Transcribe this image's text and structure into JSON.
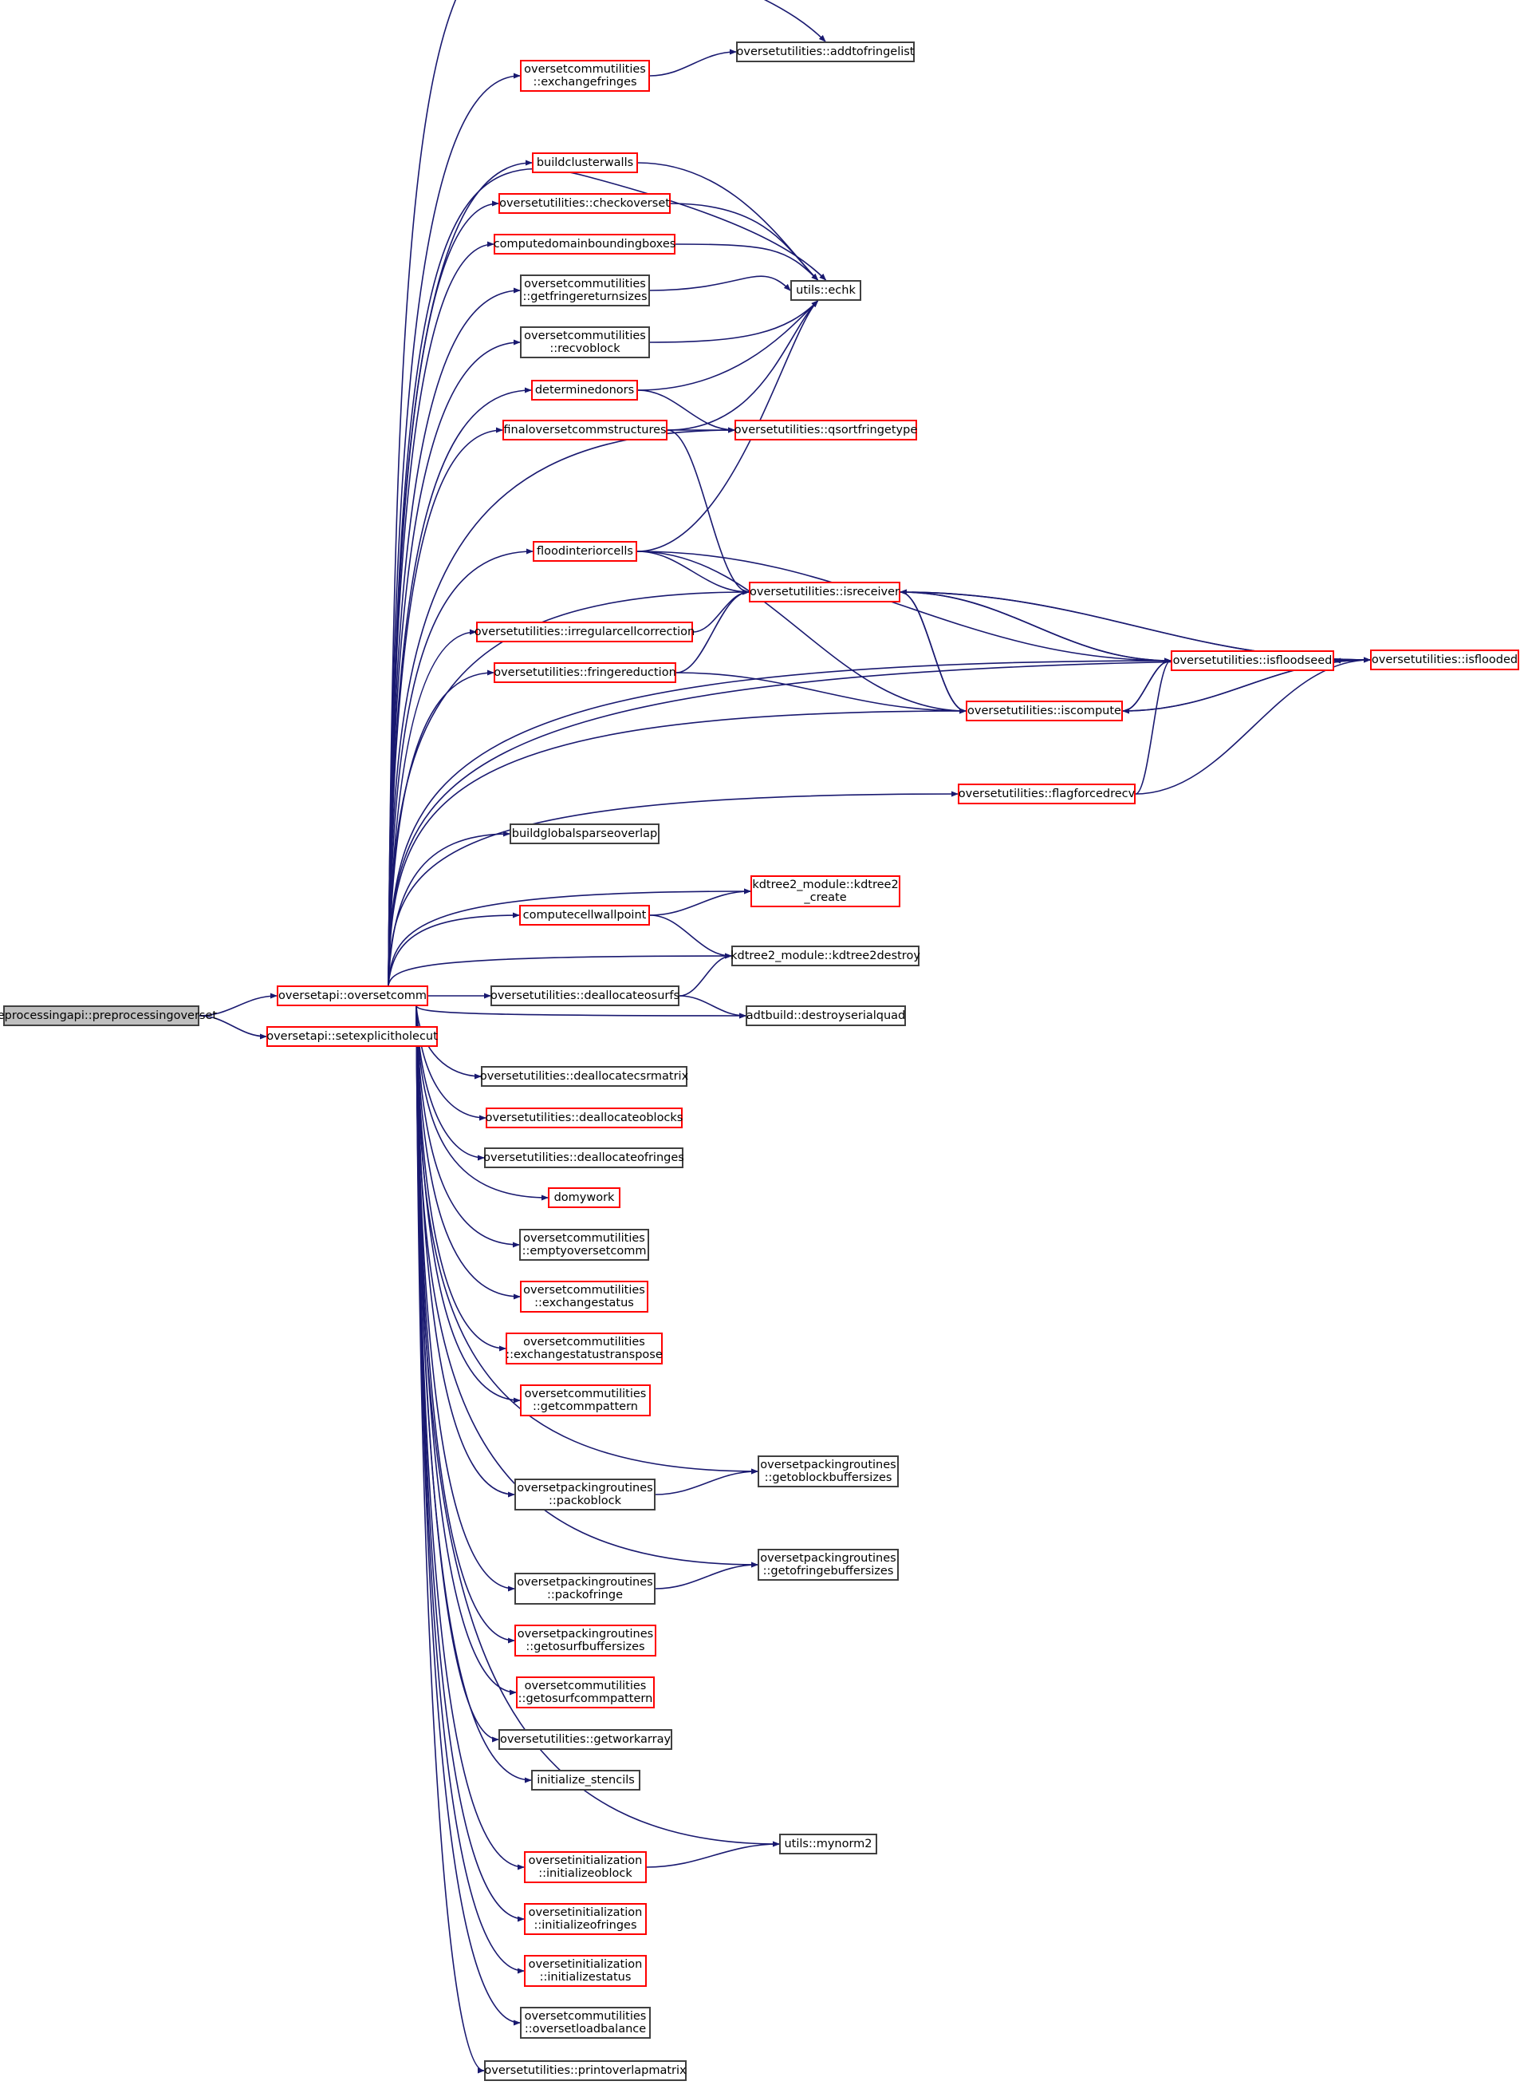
{
  "diagram": {
    "type": "call-graph",
    "edge_color": "#191970",
    "linked_border_color": "#ff0000",
    "plain_border_color": "#404040",
    "root_fill": "#bfbfbf",
    "nodes": [
      {
        "id": "root",
        "lines": [
          "preprocessingapi::preprocessingoverset"
        ],
        "style": "root"
      },
      {
        "id": "oversetcomm",
        "lines": [
          "oversetapi::oversetcomm"
        ],
        "style": "red"
      },
      {
        "id": "setexplicitholecut",
        "lines": [
          "oversetapi::setexplicitholecut"
        ],
        "style": "red"
      },
      {
        "id": "exchangefringes",
        "lines": [
          "oversetcommutilities",
          "::exchangefringes"
        ],
        "style": "red"
      },
      {
        "id": "addtofringelist",
        "lines": [
          "oversetutilities::addtofringelist"
        ],
        "style": "plain"
      },
      {
        "id": "buildclusterwalls",
        "lines": [
          "buildclusterwalls"
        ],
        "style": "red"
      },
      {
        "id": "checkoverset",
        "lines": [
          "oversetutilities::checkoverset"
        ],
        "style": "red"
      },
      {
        "id": "computedomainboundingboxes",
        "lines": [
          "computedomainboundingboxes"
        ],
        "style": "red"
      },
      {
        "id": "getfringereturnsizes",
        "lines": [
          "oversetcommutilities",
          "::getfringereturnsizes"
        ],
        "style": "plain"
      },
      {
        "id": "echk",
        "lines": [
          "utils::echk"
        ],
        "style": "plain"
      },
      {
        "id": "recvoblock",
        "lines": [
          "oversetcommutilities",
          "::recvoblock"
        ],
        "style": "plain"
      },
      {
        "id": "determinedonors",
        "lines": [
          "determinedonors"
        ],
        "style": "red"
      },
      {
        "id": "finaloversetcommstructures",
        "lines": [
          "finaloversetcommstructures"
        ],
        "style": "red"
      },
      {
        "id": "qsortfringetype",
        "lines": [
          "oversetutilities::qsortfringetype"
        ],
        "style": "red"
      },
      {
        "id": "floodinteriorcells",
        "lines": [
          "floodinteriorcells"
        ],
        "style": "red"
      },
      {
        "id": "isreceiver",
        "lines": [
          "oversetutilities::isreceiver"
        ],
        "style": "red"
      },
      {
        "id": "irregularcellcorrection",
        "lines": [
          "oversetutilities::irregularcellcorrection"
        ],
        "style": "red"
      },
      {
        "id": "fringereduction",
        "lines": [
          "oversetutilities::fringereduction"
        ],
        "style": "red"
      },
      {
        "id": "isfloodseed",
        "lines": [
          "oversetutilities::isfloodseed"
        ],
        "style": "red"
      },
      {
        "id": "isflooded",
        "lines": [
          "oversetutilities::isflooded"
        ],
        "style": "red"
      },
      {
        "id": "iscompute",
        "lines": [
          "oversetutilities::iscompute"
        ],
        "style": "red"
      },
      {
        "id": "flagforcedrecv",
        "lines": [
          "oversetutilities::flagforcedrecv"
        ],
        "style": "red"
      },
      {
        "id": "buildglobalsparseoverlap",
        "lines": [
          "buildglobalsparseoverlap"
        ],
        "style": "plain"
      },
      {
        "id": "kdtree2_create",
        "lines": [
          "kdtree2_module::kdtree2",
          "_create"
        ],
        "style": "red"
      },
      {
        "id": "computecellwallpoint",
        "lines": [
          "computecellwallpoint"
        ],
        "style": "red"
      },
      {
        "id": "kdtree2destroy",
        "lines": [
          "kdtree2_module::kdtree2destroy"
        ],
        "style": "plain"
      },
      {
        "id": "deallocateosurfs",
        "lines": [
          "oversetutilities::deallocateosurfs"
        ],
        "style": "plain"
      },
      {
        "id": "destroyserialquad",
        "lines": [
          "adtbuild::destroyserialquad"
        ],
        "style": "plain"
      },
      {
        "id": "deallocatecsrmatrix",
        "lines": [
          "oversetutilities::deallocatecsrmatrix"
        ],
        "style": "plain"
      },
      {
        "id": "deallocateoblocks",
        "lines": [
          "oversetutilities::deallocateoblocks"
        ],
        "style": "red"
      },
      {
        "id": "deallocateofringes",
        "lines": [
          "oversetutilities::deallocateofringes"
        ],
        "style": "plain"
      },
      {
        "id": "domywork",
        "lines": [
          "domywork"
        ],
        "style": "red"
      },
      {
        "id": "emptyoversetcomm",
        "lines": [
          "oversetcommutilities",
          "::emptyoversetcomm"
        ],
        "style": "plain"
      },
      {
        "id": "exchangestatus",
        "lines": [
          "oversetcommutilities",
          "::exchangestatus"
        ],
        "style": "red"
      },
      {
        "id": "exchangestatustranspose",
        "lines": [
          "oversetcommutilities",
          "::exchangestatustranspose"
        ],
        "style": "red"
      },
      {
        "id": "getcommpattern",
        "lines": [
          "oversetcommutilities",
          "::getcommpattern"
        ],
        "style": "red"
      },
      {
        "id": "getoblockbuffersizes",
        "lines": [
          "oversetpackingroutines",
          "::getoblockbuffersizes"
        ],
        "style": "plain"
      },
      {
        "id": "packoblock",
        "lines": [
          "oversetpackingroutines",
          "::packoblock"
        ],
        "style": "plain"
      },
      {
        "id": "getofringebuffersizes",
        "lines": [
          "oversetpackingroutines",
          "::getofringebuffersizes"
        ],
        "style": "plain"
      },
      {
        "id": "packofringe",
        "lines": [
          "oversetpackingroutines",
          "::packofringe"
        ],
        "style": "plain"
      },
      {
        "id": "getosurfbuffersizes",
        "lines": [
          "oversetpackingroutines",
          "::getosurfbuffersizes"
        ],
        "style": "red"
      },
      {
        "id": "getosurfcommpattern",
        "lines": [
          "oversetcommutilities",
          "::getosurfcommpattern"
        ],
        "style": "red"
      },
      {
        "id": "getworkarray",
        "lines": [
          "oversetutilities::getworkarray"
        ],
        "style": "plain"
      },
      {
        "id": "initialize_stencils",
        "lines": [
          "initialize_stencils"
        ],
        "style": "plain"
      },
      {
        "id": "mynorm2",
        "lines": [
          "utils::mynorm2"
        ],
        "style": "plain"
      },
      {
        "id": "initializeoblock",
        "lines": [
          "oversetinitialization",
          "::initializeoblock"
        ],
        "style": "red"
      },
      {
        "id": "initializeofringes",
        "lines": [
          "oversetinitialization",
          "::initializeofringes"
        ],
        "style": "red"
      },
      {
        "id": "initializestatus",
        "lines": [
          "oversetinitialization",
          "::initializestatus"
        ],
        "style": "red"
      },
      {
        "id": "oversetloadbalance",
        "lines": [
          "oversetcommutilities",
          "::oversetloadbalance"
        ],
        "style": "plain"
      },
      {
        "id": "printoverlapmatrix",
        "lines": [
          "oversetutilities::printoverlapmatrix"
        ],
        "style": "plain"
      }
    ],
    "edges": [
      [
        "root",
        "oversetcomm"
      ],
      [
        "root",
        "setexplicitholecut"
      ],
      [
        "oversetcomm",
        "addtofringelist"
      ],
      [
        "oversetcomm",
        "exchangefringes"
      ],
      [
        "oversetcomm",
        "echk"
      ],
      [
        "oversetcomm",
        "buildclusterwalls"
      ],
      [
        "oversetcomm",
        "checkoverset"
      ],
      [
        "oversetcomm",
        "computedomainboundingboxes"
      ],
      [
        "oversetcomm",
        "getfringereturnsizes"
      ],
      [
        "oversetcomm",
        "recvoblock"
      ],
      [
        "oversetcomm",
        "determinedonors"
      ],
      [
        "oversetcomm",
        "finaloversetcommstructures"
      ],
      [
        "oversetcomm",
        "qsortfringetype"
      ],
      [
        "oversetcomm",
        "isflooded"
      ],
      [
        "oversetcomm",
        "floodinteriorcells"
      ],
      [
        "oversetcomm",
        "isreceiver"
      ],
      [
        "oversetcomm",
        "irregularcellcorrection"
      ],
      [
        "oversetcomm",
        "fringereduction"
      ],
      [
        "oversetcomm",
        "iscompute"
      ],
      [
        "oversetcomm",
        "isfloodseed"
      ],
      [
        "oversetcomm",
        "flagforcedrecv"
      ],
      [
        "oversetcomm",
        "buildglobalsparseoverlap"
      ],
      [
        "oversetcomm",
        "kdtree2_create"
      ],
      [
        "oversetcomm",
        "computecellwallpoint"
      ],
      [
        "oversetcomm",
        "kdtree2destroy"
      ],
      [
        "oversetcomm",
        "deallocateosurfs"
      ],
      [
        "oversetcomm",
        "destroyserialquad"
      ],
      [
        "oversetcomm",
        "deallocatecsrmatrix"
      ],
      [
        "oversetcomm",
        "deallocateoblocks"
      ],
      [
        "oversetcomm",
        "deallocateofringes"
      ],
      [
        "oversetcomm",
        "domywork"
      ],
      [
        "oversetcomm",
        "emptyoversetcomm"
      ],
      [
        "oversetcomm",
        "exchangestatus"
      ],
      [
        "oversetcomm",
        "exchangestatustranspose"
      ],
      [
        "oversetcomm",
        "getcommpattern"
      ],
      [
        "oversetcomm",
        "getoblockbuffersizes"
      ],
      [
        "oversetcomm",
        "packoblock"
      ],
      [
        "oversetcomm",
        "getofringebuffersizes"
      ],
      [
        "oversetcomm",
        "packofringe"
      ],
      [
        "oversetcomm",
        "getosurfbuffersizes"
      ],
      [
        "oversetcomm",
        "getosurfcommpattern"
      ],
      [
        "oversetcomm",
        "getworkarray"
      ],
      [
        "oversetcomm",
        "initialize_stencils"
      ],
      [
        "oversetcomm",
        "mynorm2"
      ],
      [
        "oversetcomm",
        "initializeoblock"
      ],
      [
        "oversetcomm",
        "initializeofringes"
      ],
      [
        "oversetcomm",
        "initializestatus"
      ],
      [
        "oversetcomm",
        "oversetloadbalance"
      ],
      [
        "oversetcomm",
        "printoverlapmatrix"
      ],
      [
        "exchangefringes",
        "addtofringelist"
      ],
      [
        "buildclusterwalls",
        "echk"
      ],
      [
        "checkoverset",
        "echk"
      ],
      [
        "computedomainboundingboxes",
        "echk"
      ],
      [
        "getfringereturnsizes",
        "echk"
      ],
      [
        "recvoblock",
        "echk"
      ],
      [
        "determinedonors",
        "echk"
      ],
      [
        "determinedonors",
        "qsortfringetype"
      ],
      [
        "finaloversetcommstructures",
        "echk"
      ],
      [
        "finaloversetcommstructures",
        "qsortfringetype"
      ],
      [
        "finaloversetcommstructures",
        "isreceiver"
      ],
      [
        "floodinteriorcells",
        "echk"
      ],
      [
        "floodinteriorcells",
        "isreceiver"
      ],
      [
        "floodinteriorcells",
        "isfloodseed"
      ],
      [
        "floodinteriorcells",
        "iscompute"
      ],
      [
        "irregularcellcorrection",
        "isreceiver"
      ],
      [
        "fringereduction",
        "isreceiver"
      ],
      [
        "fringereduction",
        "iscompute"
      ],
      [
        "isreceiver",
        "isfloodseed"
      ],
      [
        "isreceiver",
        "isflooded"
      ],
      [
        "isreceiver",
        "iscompute"
      ],
      [
        "isfloodseed",
        "isreceiver"
      ],
      [
        "isfloodseed",
        "isflooded"
      ],
      [
        "isfloodseed",
        "iscompute"
      ],
      [
        "isflooded",
        "isreceiver"
      ],
      [
        "isflooded",
        "isfloodseed"
      ],
      [
        "isflooded",
        "iscompute"
      ],
      [
        "iscompute",
        "isreceiver"
      ],
      [
        "iscompute",
        "isfloodseed"
      ],
      [
        "iscompute",
        "isflooded"
      ],
      [
        "flagforcedrecv",
        "isfloodseed"
      ],
      [
        "flagforcedrecv",
        "isflooded"
      ],
      [
        "computecellwallpoint",
        "kdtree2_create"
      ],
      [
        "computecellwallpoint",
        "kdtree2destroy"
      ],
      [
        "deallocateosurfs",
        "kdtree2destroy"
      ],
      [
        "deallocateosurfs",
        "destroyserialquad"
      ],
      [
        "packoblock",
        "getoblockbuffersizes"
      ],
      [
        "packofringe",
        "getofringebuffersizes"
      ],
      [
        "initializeoblock",
        "mynorm2"
      ]
    ]
  }
}
